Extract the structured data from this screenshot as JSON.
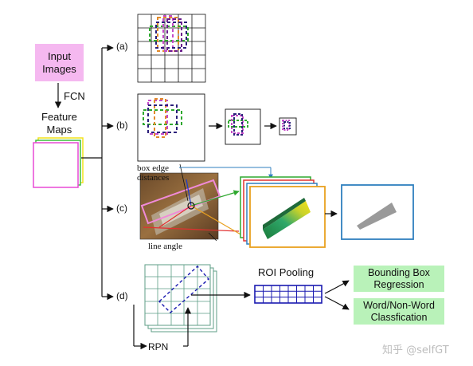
{
  "nodes": {
    "input_images": [
      "Input",
      "Images"
    ],
    "fcn": "FCN",
    "feature_maps": [
      "Feature",
      "Maps"
    ]
  },
  "branches": [
    "(a)",
    "(b)",
    "(c)",
    "(d)"
  ],
  "annotations": {
    "box_edge": [
      "box edge",
      "distances"
    ],
    "line_angle": "line angle"
  },
  "labels": {
    "roi_pooling": "ROI Pooling",
    "rpn": "RPN"
  },
  "outputs": {
    "bbox": [
      "Bounding Box",
      "Regression"
    ],
    "word": [
      "Word/Non-Word",
      "Classfication"
    ]
  },
  "watermark": "知乎 @selfGT",
  "colors": {
    "input_box": "#f5b8f0",
    "output_box": "#b9f2b9",
    "grid_d": "#5c9e86",
    "roi_grid": "#1a1ab0",
    "dash_purple": "#6a1d8c",
    "dash_green": "#2ea82e",
    "dash_orange": "#e28a2a",
    "frame_blue": "#2f7fbf",
    "frame_orange": "#e9a01f"
  }
}
